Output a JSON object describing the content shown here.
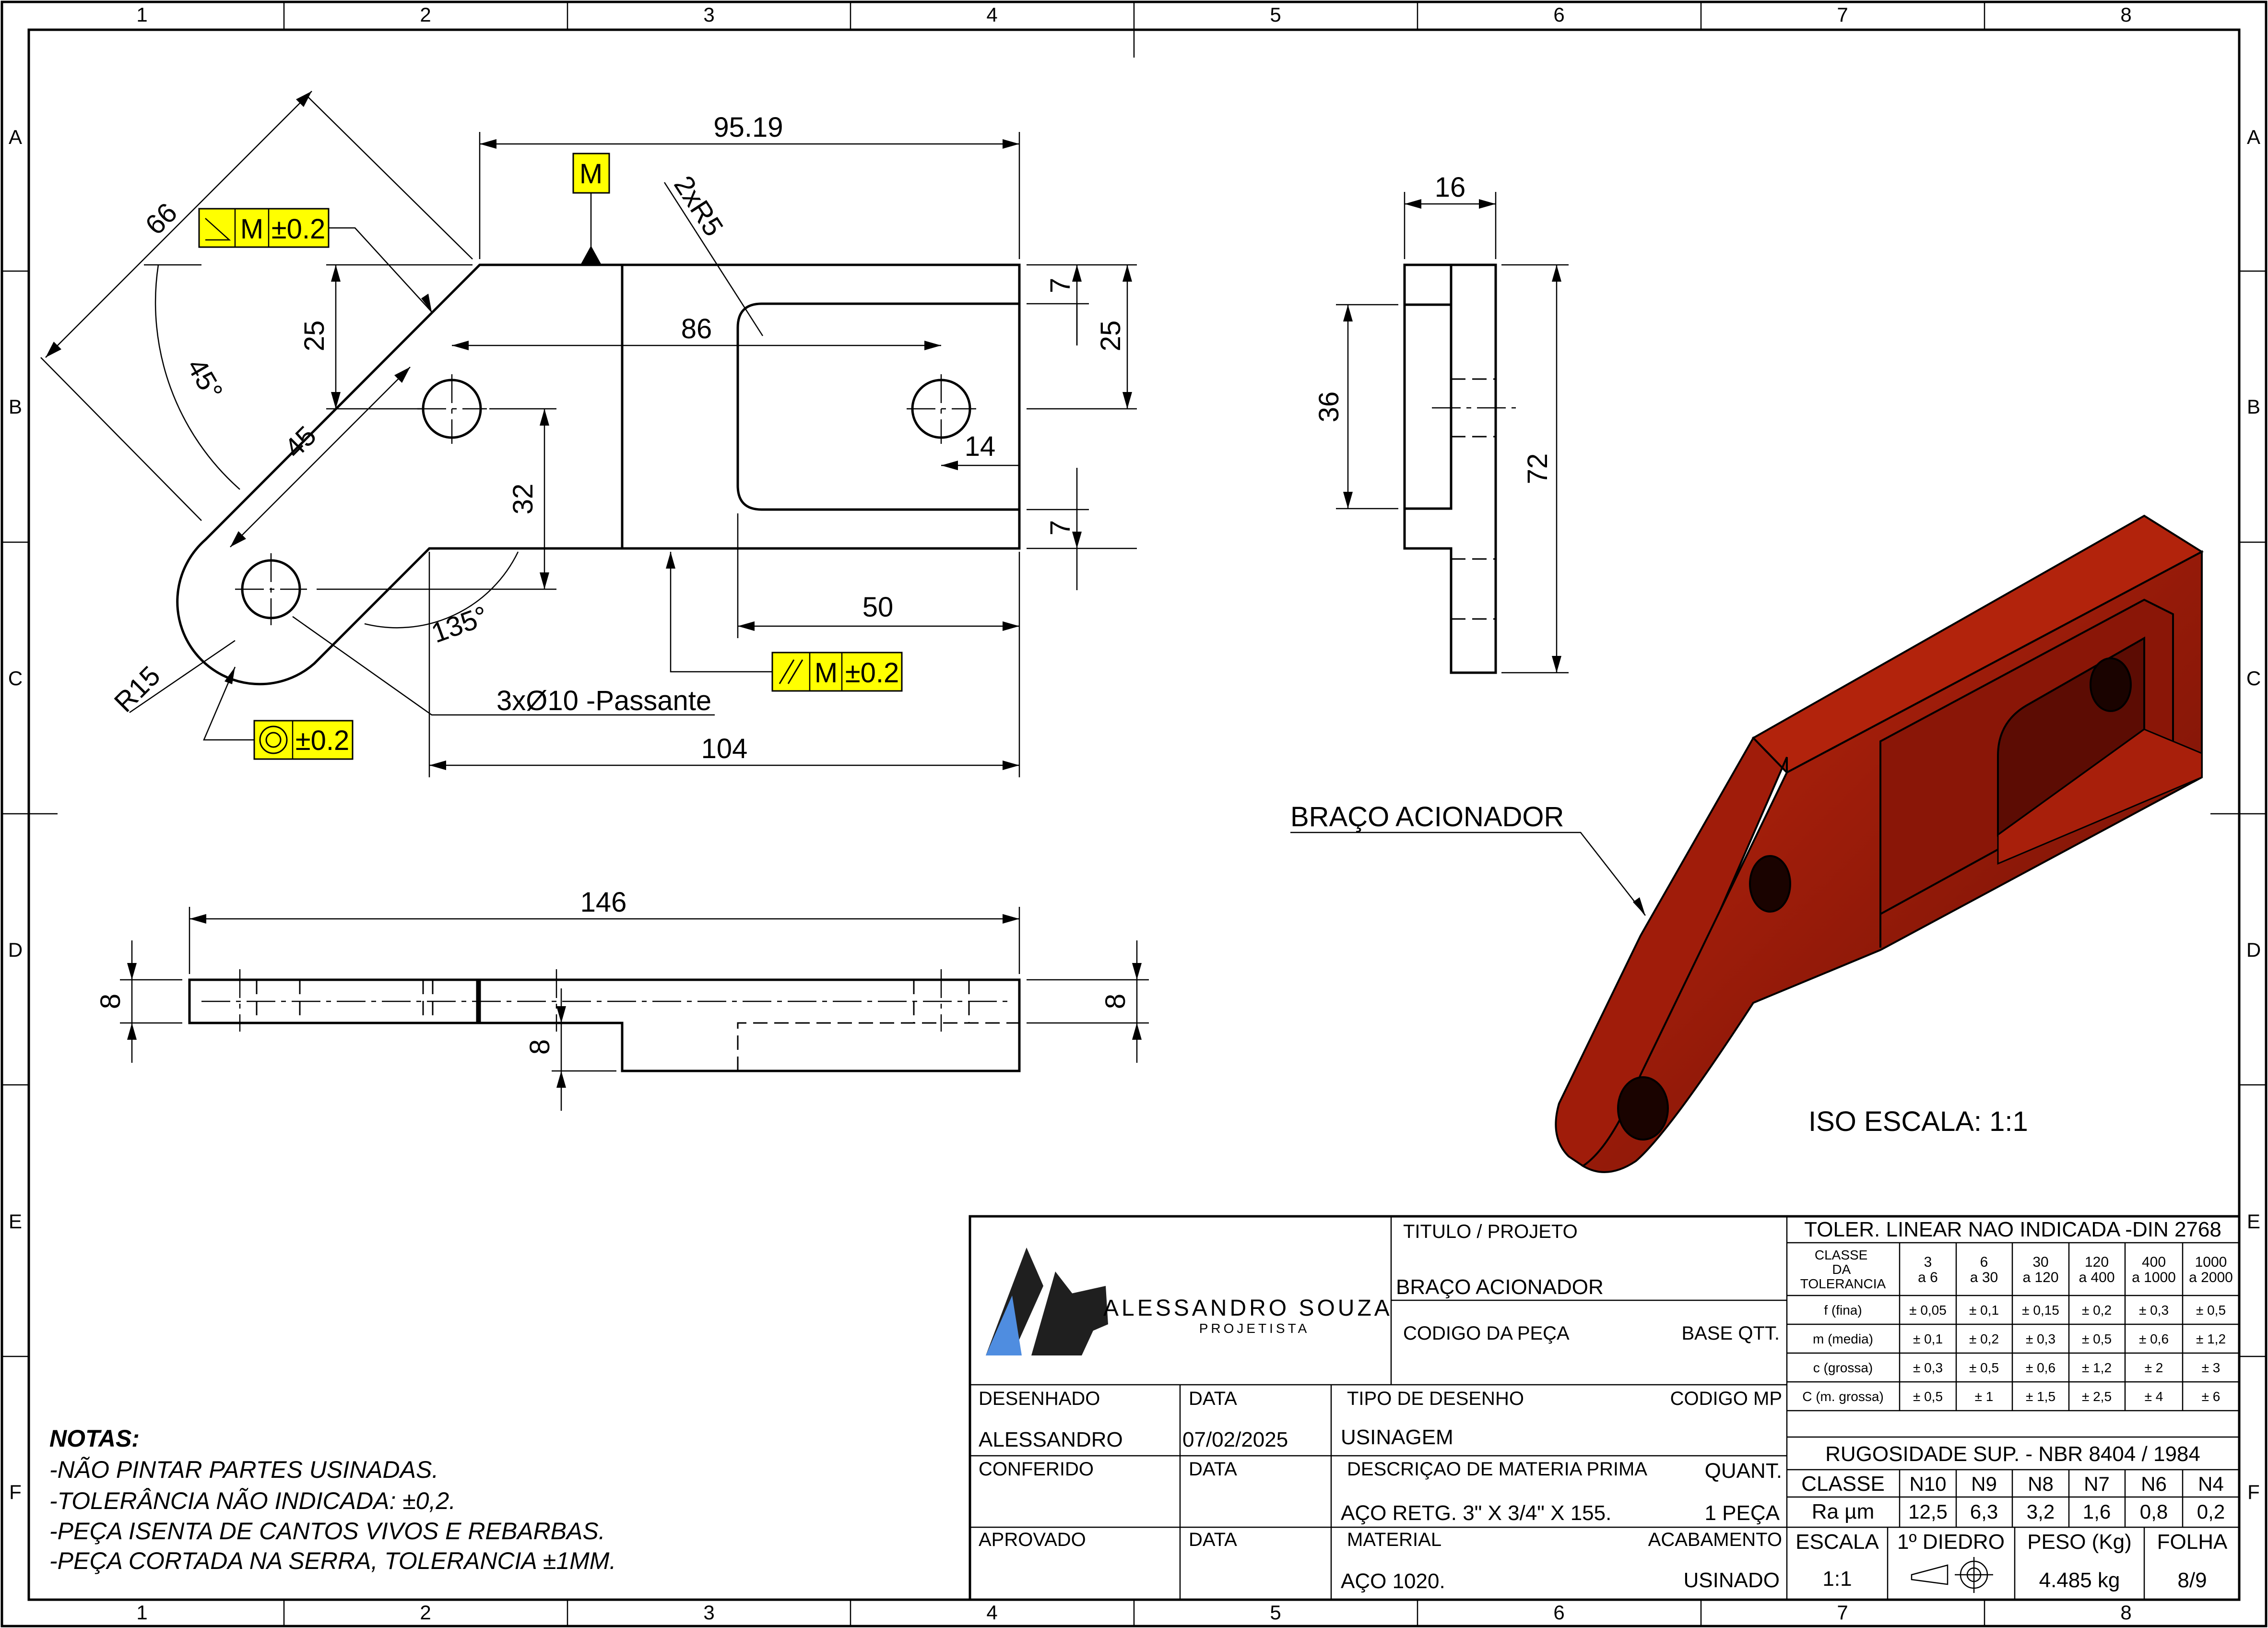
{
  "grid": {
    "columns": [
      "1",
      "2",
      "3",
      "4",
      "5",
      "6",
      "7",
      "8"
    ],
    "rows": [
      "A",
      "B",
      "C",
      "D",
      "E",
      "F"
    ]
  },
  "front_view": {
    "dims": {
      "d9519": "95.19",
      "d66": "66",
      "d25a": "25",
      "d45ang": "45°",
      "d45": "45",
      "d86": "86",
      "d7a": "7",
      "d25b": "25",
      "d14": "14",
      "d32": "32",
      "d7b": "7",
      "d50": "50",
      "d135": "135°",
      "dR15": "R15",
      "d104": "104",
      "d2xR5": "2xR5"
    },
    "datum_label": "M",
    "fcf_angularity": {
      "datum": "M",
      "tol": "±0.2"
    },
    "fcf_parallelism": {
      "datum": "M",
      "tol": "±0.2"
    },
    "fcf_concentricity": {
      "tol": "±0.2"
    },
    "hole_note": "3xØ10 -Passante"
  },
  "side_view": {
    "dims": {
      "d16": "16",
      "d36": "36",
      "d72": "72"
    }
  },
  "top_view": {
    "dims": {
      "d146": "146",
      "d8a": "8",
      "d8b": "8",
      "d8c": "8"
    }
  },
  "iso": {
    "part_label": "BRAÇO ACIONADOR",
    "scale_label": "ISO ESCALA: 1:1",
    "color": "#a01c0a"
  },
  "notes": {
    "title": "NOTAS:",
    "lines": [
      "-NÃO PINTAR PARTES USINADAS.",
      "-TOLERÂNCIA NÃO INDICADA: ±0,2.",
      "-PEÇA ISENTA DE CANTOS VIVOS E REBARBAS.",
      "-PEÇA CORTADA NA SERRA, TOLERANCIA ±1MM."
    ]
  },
  "title_block": {
    "company_name": "ALESSANDRO SOUZA",
    "company_role": "PROJETISTA",
    "logo_letters": "ASP",
    "titulo_label": "TITULO / PROJETO",
    "titulo_value": "BRAÇO ACIONADOR",
    "codigo_peca_label": "CODIGO DA PEÇA",
    "base_qtt_label": "BASE QTT.",
    "desenhado_label": "DESENHADO",
    "desenhado_value": "ALESSANDRO",
    "data_label": "DATA",
    "data_value": "07/02/2025",
    "tipo_label": "TIPO DE DESENHO",
    "tipo_value": "USINAGEM",
    "codigo_mp_label": "CODIGO MP",
    "conferido_label": "CONFERIDO",
    "data2_label": "DATA",
    "descricao_label": "DESCRIÇAO DE MATERIA PRIMA",
    "quant_label": "QUANT.",
    "descricao_value": "AÇO RETG. 3\" X 3/4\" X 155.",
    "quant_value": "1 PEÇA",
    "aprovado_label": "APROVADO",
    "data3_label": "DATA",
    "material_label": "MATERIAL",
    "material_value": "AÇO 1020.",
    "acabamento_label": "ACABAMENTO",
    "acabamento_value": "USINADO",
    "escala_label": "ESCALA",
    "escala_value": "1:1",
    "diedro_label": "1º DIEDRO",
    "peso_label": "PESO (Kg)",
    "peso_value": "4.485 kg",
    "folha_label": "FOLHA",
    "folha_value": "8/9"
  },
  "tolerance_table": {
    "title": "TOLER. LINEAR NAO INDICADA -DIN 2768",
    "header_label": [
      "CLASSE",
      "DA",
      "TOLERANCIA"
    ],
    "ranges": [
      [
        "3",
        "a 6"
      ],
      [
        "6",
        "a 30"
      ],
      [
        "30",
        "a 120"
      ],
      [
        "120",
        "a 400"
      ],
      [
        "400",
        "a 1000"
      ],
      [
        "1000",
        "a 2000"
      ]
    ],
    "rows": [
      {
        "label": "f (fina)",
        "values": [
          "± 0,05",
          "± 0,1",
          "± 0,15",
          "± 0,2",
          "± 0,3",
          "± 0,5"
        ]
      },
      {
        "label": "m (media)",
        "values": [
          "± 0,1",
          "± 0,2",
          "± 0,3",
          "± 0,5",
          "± 0,6",
          "± 1,2"
        ]
      },
      {
        "label": "c (grossa)",
        "values": [
          "± 0,3",
          "± 0,5",
          "± 0,6",
          "± 1,2",
          "±  2",
          "±  3"
        ]
      },
      {
        "label": "C (m. grossa)",
        "values": [
          "± 0,5",
          "±  1",
          "± 1,5",
          "± 2,5",
          "±  4",
          "±  6"
        ]
      }
    ]
  },
  "roughness_table": {
    "title": "RUGOSIDADE SUP. - NBR 8404 / 1984",
    "classe_label": "CLASSE",
    "ra_label": "Ra µm",
    "classes": [
      "N10",
      "N9",
      "N8",
      "N7",
      "N6",
      "N4"
    ],
    "values": [
      "12,5",
      "6,3",
      "3,2",
      "1,6",
      "0,8",
      "0,2"
    ]
  }
}
